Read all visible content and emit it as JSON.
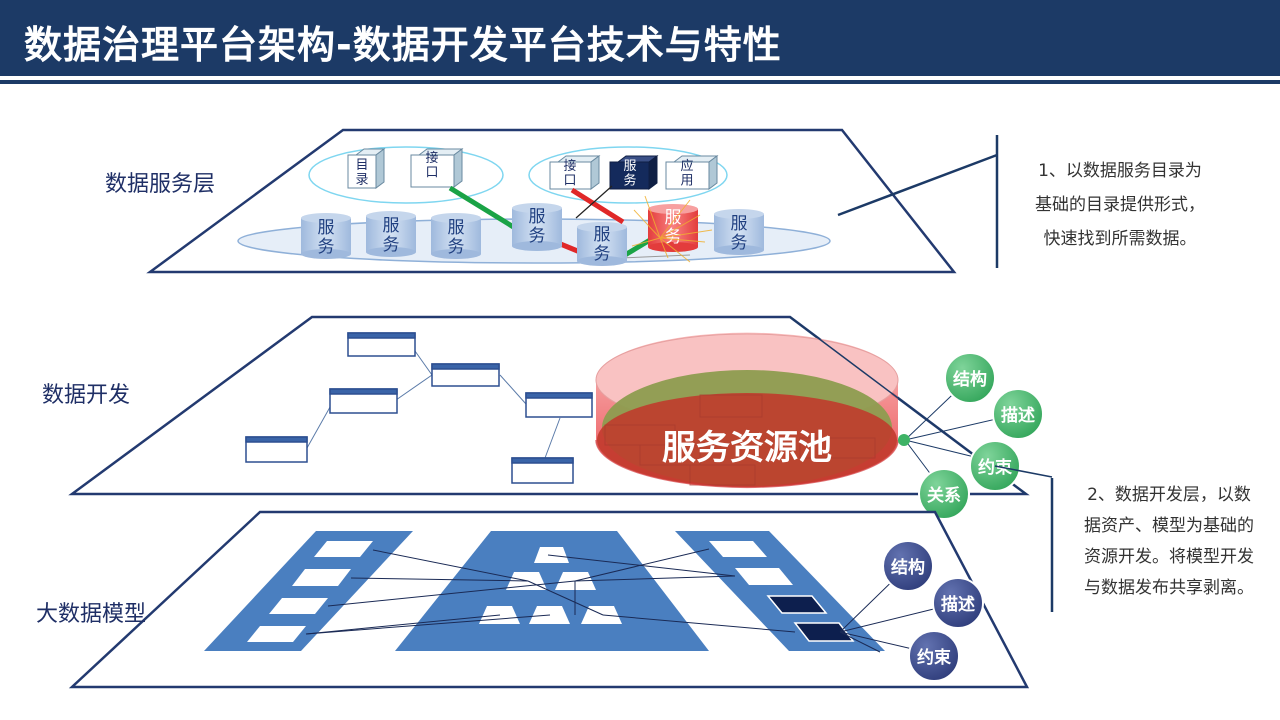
{
  "title": "数据治理平台架构-数据开发平台技术与特性",
  "colors": {
    "header": "#1c3a66",
    "layer_label": "#1f2f66",
    "green_circle": "#3eb366",
    "navy_circle": "#3c4c8c",
    "model_blue": "#4a7fc0",
    "pool_red": "#e8353a"
  },
  "layers": {
    "service": "数据服务层",
    "dev": "数据开发",
    "model": "大数据模型"
  },
  "service_layer": {
    "cube_left": [
      "目录",
      "接口"
    ],
    "cube_right": [
      "接口",
      "服务",
      "应用"
    ],
    "cylinder_label": "服务",
    "cylinders": [
      "服务",
      "服务",
      "服务",
      "服务",
      "服务",
      "服务",
      "服务"
    ]
  },
  "dev_layer": {
    "pool_label": "服务资源池",
    "tags": [
      "结构",
      "描述",
      "约束",
      "关系"
    ]
  },
  "model_layer": {
    "tags": [
      "结构",
      "描述",
      "约束"
    ]
  },
  "notes": {
    "note1": [
      "1、以数据服务目录为",
      "基础的目录提供形式，",
      "快速找到所需数据。"
    ],
    "note2": [
      "2、数据开发层，以数",
      "据资产、模型为基础的",
      "资源开发。将模型开发",
      "与数据发布共享剥离。"
    ]
  }
}
